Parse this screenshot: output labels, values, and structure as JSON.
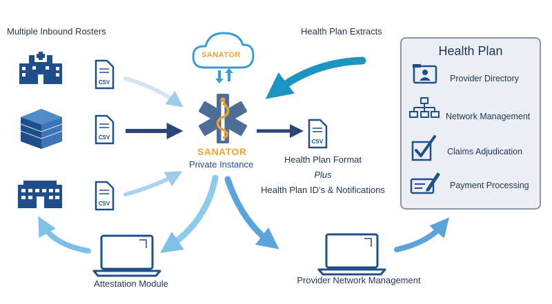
{
  "labels": {
    "inbound_rosters": "Multiple Inbound Rosters",
    "extracts": "Health Plan Extracts",
    "format": "Health Plan Format",
    "plus": "Plus",
    "ids_notifications": "Health Plan ID’s & Notifications",
    "private_instance": "Private Instance",
    "attestation": "Attestation Module",
    "provider_network": "Provider Network Management"
  },
  "brand": {
    "cloud_text": "SANATOR",
    "logo_text": "SANATOR"
  },
  "file_badge": "CSV",
  "health_plan": {
    "title": "Health Plan",
    "items": [
      {
        "label": "Provider Directory",
        "icon": "contact-card-icon"
      },
      {
        "label": "Network Management",
        "icon": "org-chart-icon"
      },
      {
        "label": "Claims Adjudication",
        "icon": "checkmark-icon"
      },
      {
        "label": "Payment Processing",
        "icon": "signature-card-icon"
      }
    ]
  },
  "colors": {
    "navy": "#1f3d6b",
    "teal": "#1e95c0",
    "light_blue": "#a9d3ee",
    "orange": "#f0a030"
  }
}
